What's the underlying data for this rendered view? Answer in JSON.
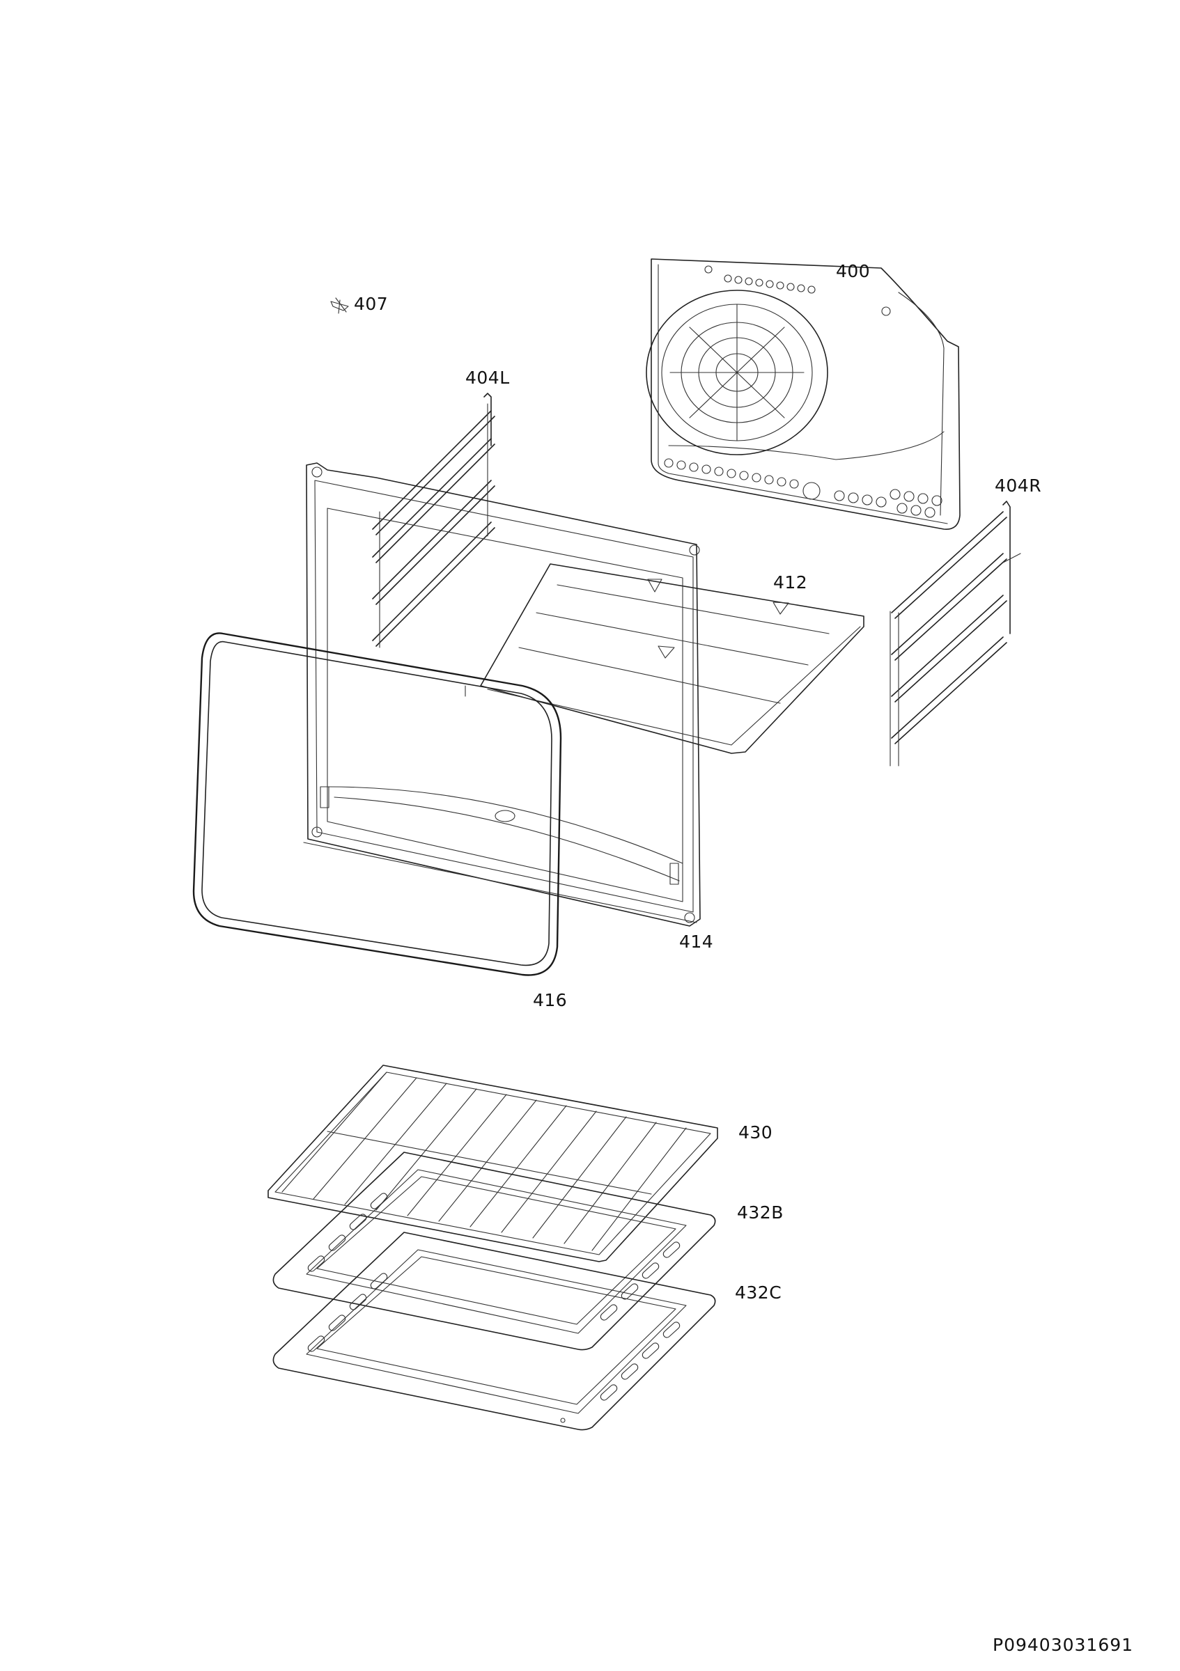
{
  "labels": {
    "p400": "400",
    "p407": "407",
    "p404L": "404L",
    "p404R": "404R",
    "p412": "412",
    "p414": "414",
    "p416": "416",
    "p430": "430",
    "p432B": "432B",
    "p432C": "432C"
  },
  "document_code": "P09403031691",
  "colors": {
    "line": "#222222",
    "background": "#ffffff"
  }
}
